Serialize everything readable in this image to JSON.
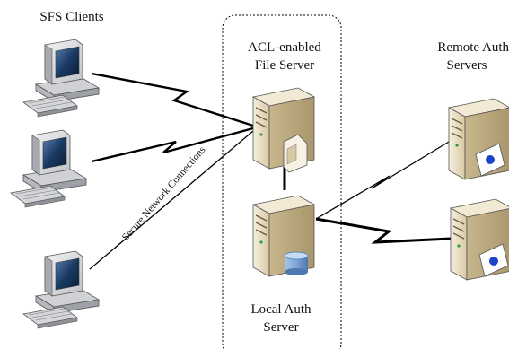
{
  "labels": {
    "clients_title": "SFS Clients",
    "file_server_line1": "ACL-enabled",
    "file_server_line2": "File Server",
    "remote_auth_line1": "Remote Auth",
    "remote_auth_line2": "Servers",
    "local_auth_line1": "Local Auth",
    "local_auth_line2": "Server",
    "connection_label": "Secure Network Connections"
  },
  "icons": {
    "client": "desktop-computer-icon",
    "server": "tower-server-icon",
    "database": "database-cylinder-icon",
    "certificate": "auth-certificate-icon"
  },
  "colors": {
    "line": "#000000",
    "server_body": "#e9dcc0",
    "server_dark": "#b9a77e",
    "monitor_body": "#dedfe2",
    "monitor_screen": "#1a3a63",
    "database": "#7ea6d8",
    "cert_seal": "#1b44c8"
  }
}
